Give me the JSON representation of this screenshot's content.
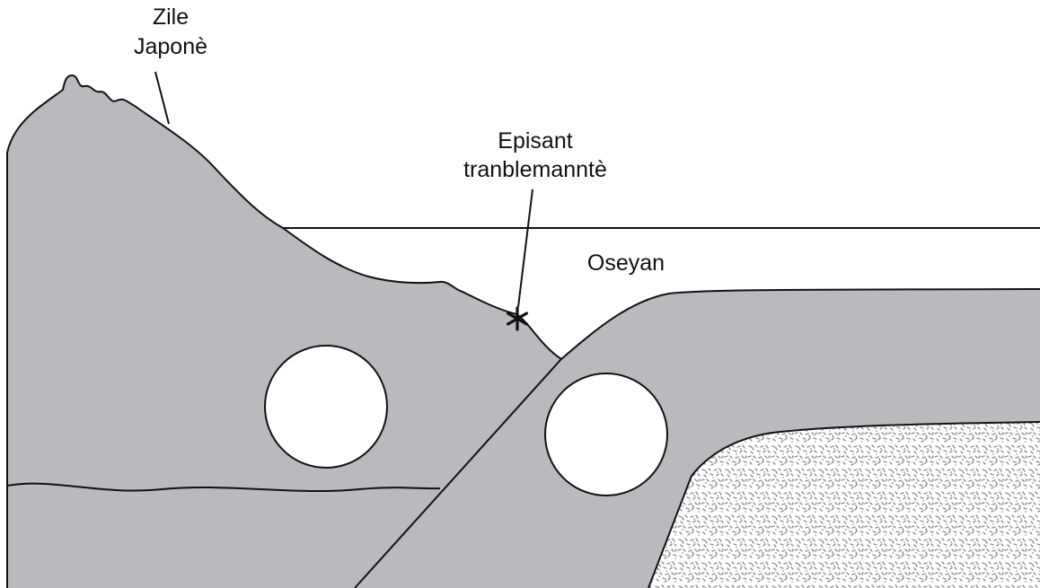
{
  "labels": {
    "japan_line1": "Zile",
    "japan_line2": "Japonè",
    "epicenter_line1": "Episant",
    "epicenter_line2": "tranblemanntè",
    "ocean": "Oseyan"
  },
  "colors": {
    "crust": "#b9babd",
    "mantle_dots": "#8c8c8c",
    "mantle_bg": "#ffffff",
    "outline": "#111111",
    "water": "#ffffff"
  }
}
